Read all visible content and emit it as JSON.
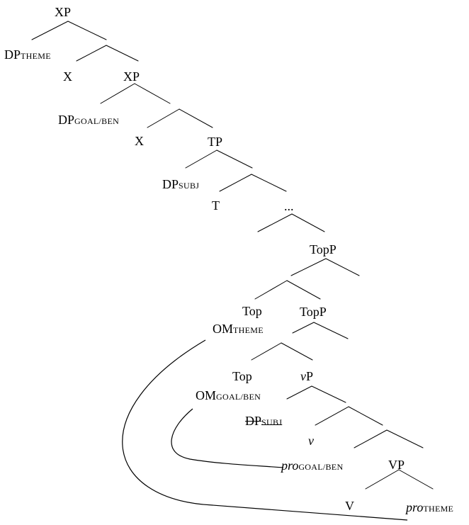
{
  "tree": {
    "nodes": {
      "xp_top": {
        "text": "XP"
      },
      "dp_theme": {
        "text": "DP",
        "sub": "THEME"
      },
      "x1": {
        "text": "X"
      },
      "xp2": {
        "text": "XP"
      },
      "dp_goal": {
        "text": "DP",
        "sub": "GOAL/BEN"
      },
      "x2": {
        "text": "X"
      },
      "tp": {
        "text": "TP"
      },
      "dp_subj": {
        "text": "DP",
        "sub": "SUBJ"
      },
      "t": {
        "text": "T"
      },
      "ellipsis": {
        "text": "..."
      },
      "topp1": {
        "text": "TopP"
      },
      "top1": {
        "text": "Top"
      },
      "om_theme": {
        "text": "OM",
        "sub": "THEME"
      },
      "topp2": {
        "text": "TopP"
      },
      "top2": {
        "text": "Top"
      },
      "om_goal": {
        "text": "OM",
        "sub": "GOAL/BEN"
      },
      "vp_little": {
        "text": "v",
        "tail": "P"
      },
      "dp_subj_trace": {
        "text": "DP",
        "sub": "SUBJ"
      },
      "v_little": {
        "text": "v"
      },
      "pro_goal": {
        "text": "pro",
        "sub": "GOAL/BEN"
      },
      "vp_big": {
        "text": "VP"
      },
      "v_big": {
        "text": "V"
      },
      "pro_theme": {
        "text": "pro",
        "sub": "THEME"
      }
    }
  }
}
